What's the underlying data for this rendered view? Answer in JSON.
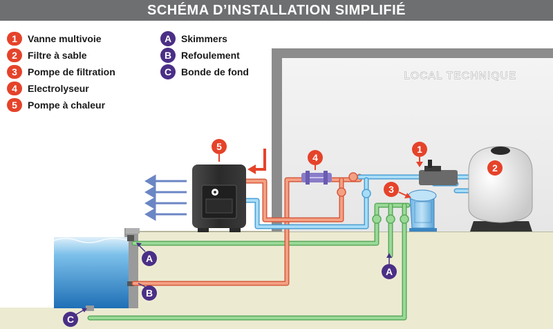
{
  "title": "SCHÉMA D’INSTALLATION SIMPLIFIÉ",
  "legend_numbered": [
    {
      "key": "1",
      "label": "Vanne multivoie"
    },
    {
      "key": "2",
      "label": "Filtre à sable"
    },
    {
      "key": "3",
      "label": "Pompe de filtration"
    },
    {
      "key": "4",
      "label": "Electrolyseur"
    },
    {
      "key": "5",
      "label": "Pompe à chaleur"
    }
  ],
  "legend_lettered": [
    {
      "key": "A",
      "label": "Skimmers"
    },
    {
      "key": "B",
      "label": "Refoulement"
    },
    {
      "key": "C",
      "label": "Bonde de fond"
    }
  ],
  "room_label": "LOCAL TECHNIQUE",
  "markers": {
    "m1": "1",
    "m2": "2",
    "m3": "3",
    "m4": "4",
    "m5": "5",
    "mA1": "A",
    "mA2": "A",
    "mB": "B",
    "mC": "C"
  },
  "colors": {
    "red": "#e5432a",
    "purple": "#4a2f86",
    "blue_pipe": "#7ec8ee",
    "green_pipe": "#8ed18a",
    "red_pipe": "#f08a6a",
    "ground": "#ecebd2",
    "pool": "#2b7fc4",
    "title_bg": "#6e6f71"
  }
}
